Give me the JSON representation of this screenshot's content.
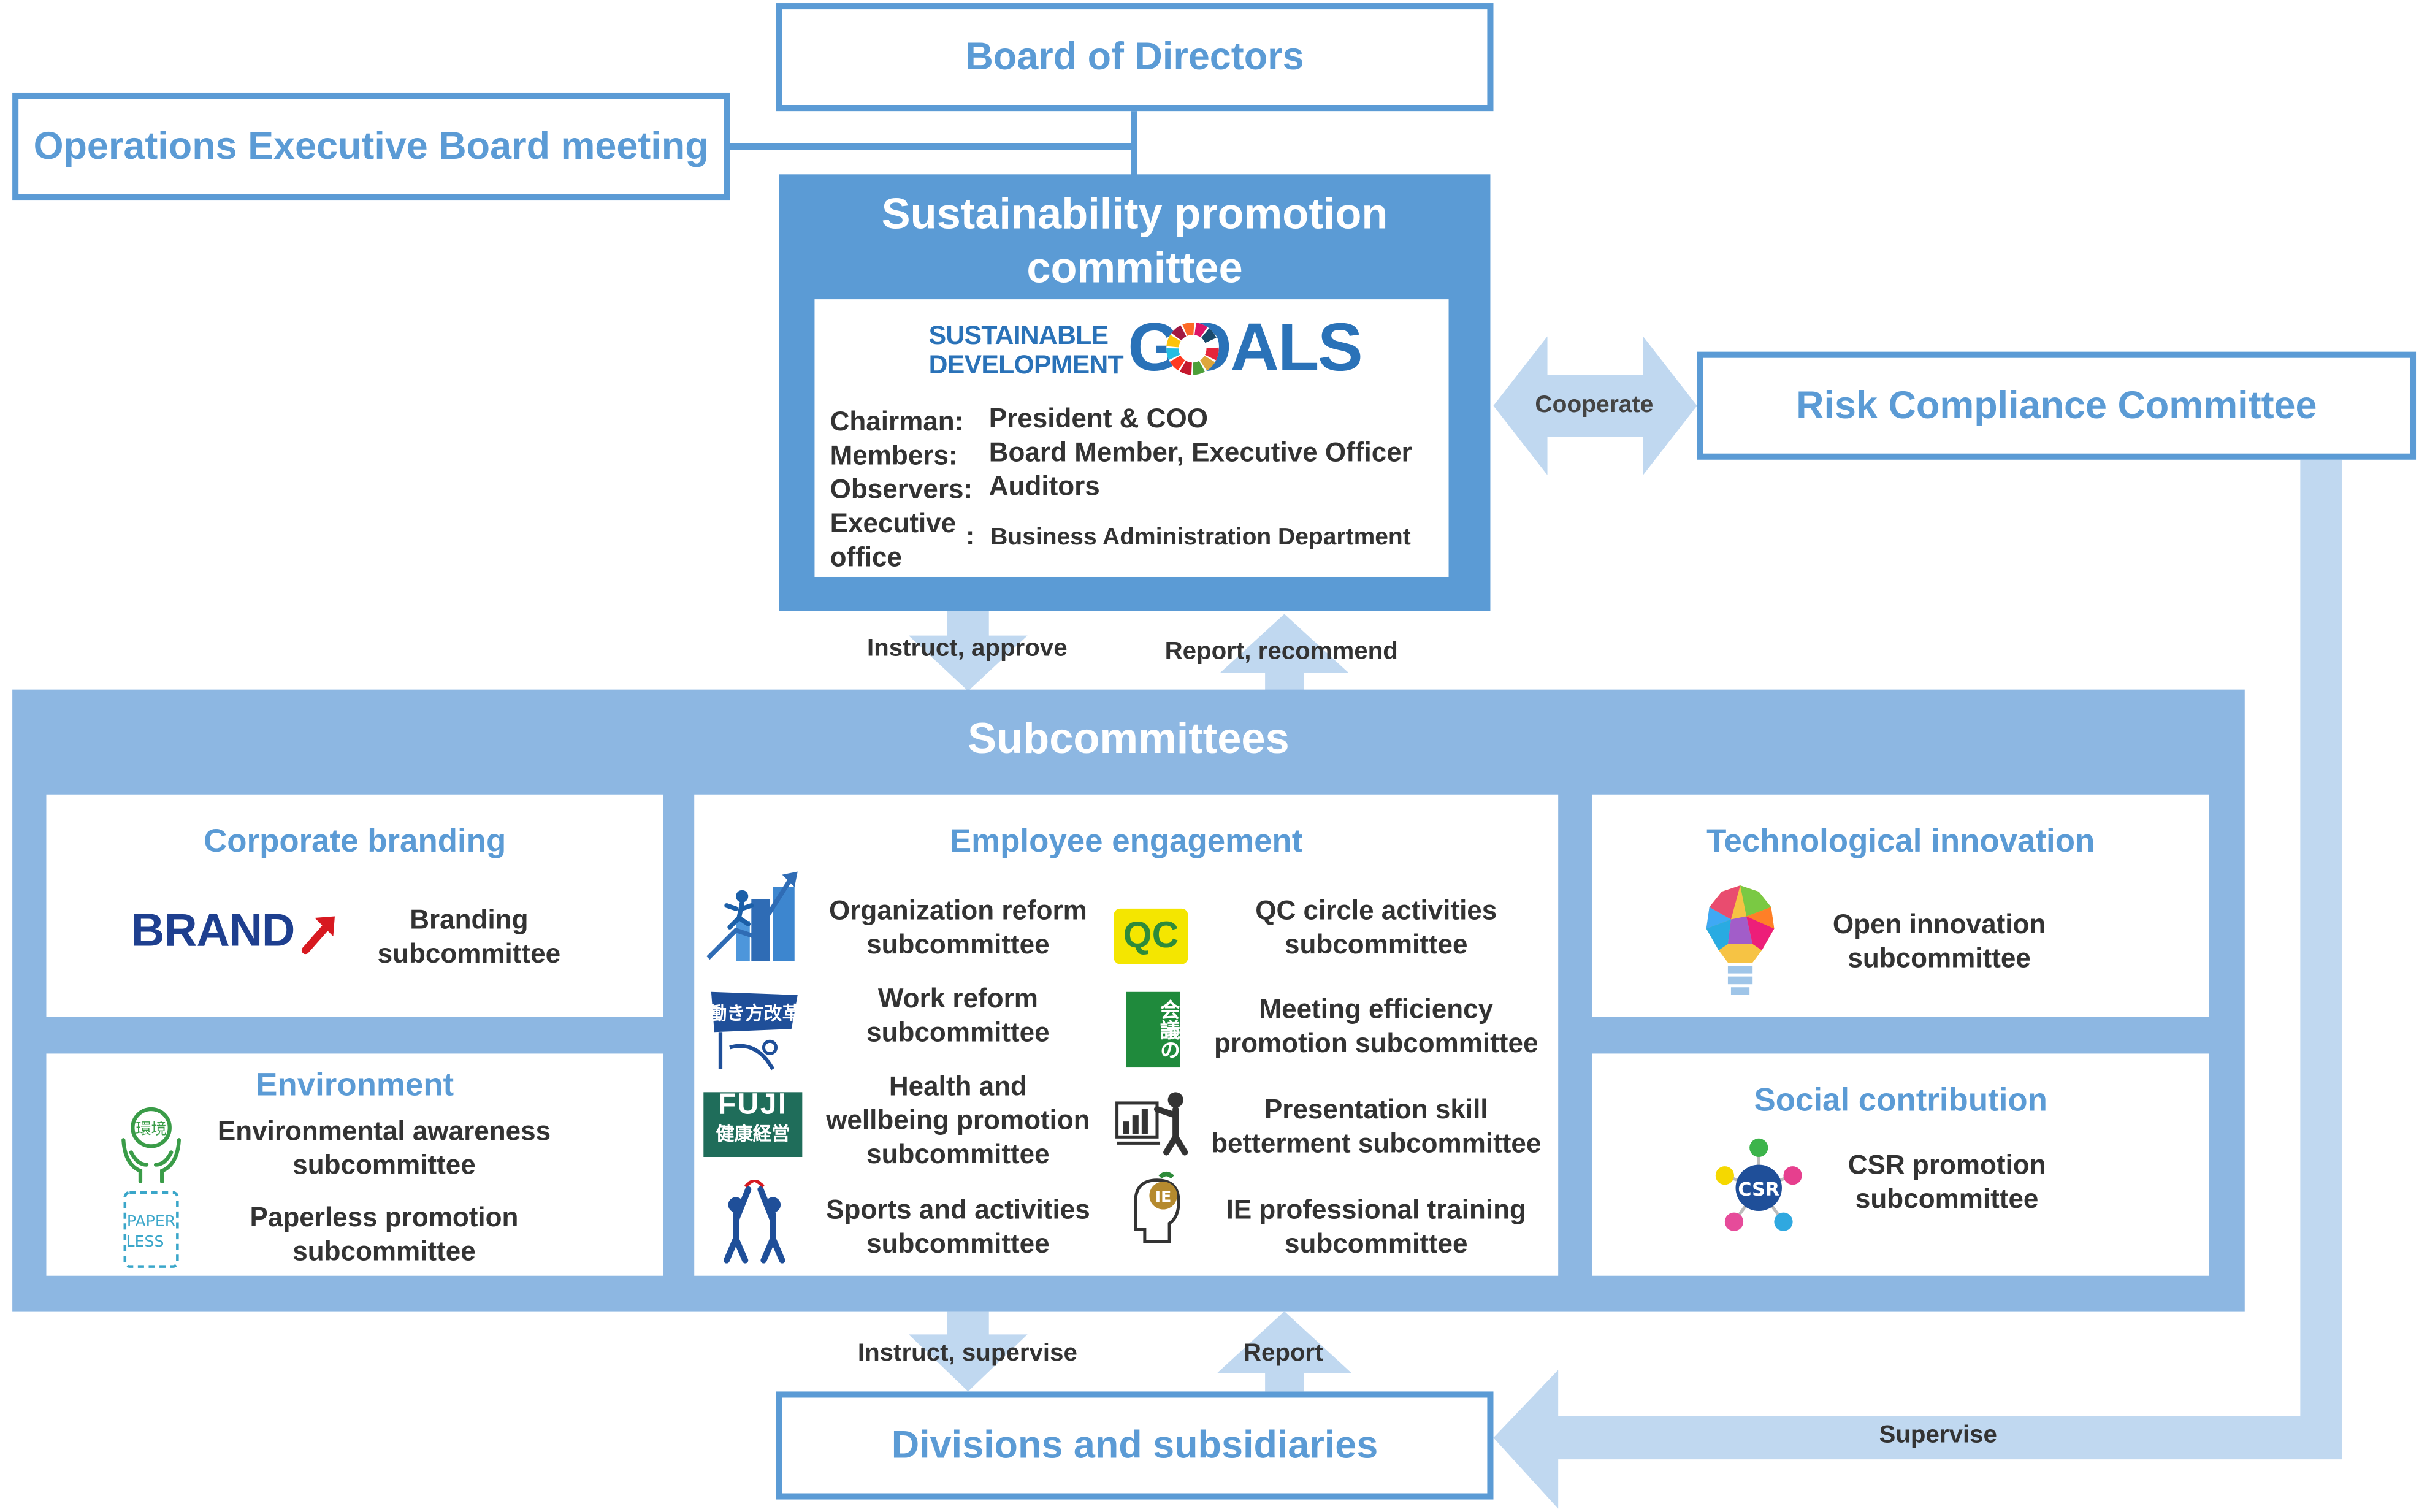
{
  "board": "Board of Directors",
  "operations": "Operations Executive Board meeting",
  "committee": {
    "title_line1": "Sustainability promotion",
    "title_line2": "committee",
    "sdg_line1": "SUSTAINABLE",
    "sdg_line2": "DEVELOPMENT",
    "sdg_goals": "GOALS",
    "rows": [
      {
        "key": "Chairman:",
        "value": "President & COO"
      },
      {
        "key": "Members:",
        "value": "Board Member, Executive Officer"
      },
      {
        "key": "Observers:",
        "value": "Auditors"
      },
      {
        "key_line1": "Executive",
        "key_line2": "office",
        "sep": ":",
        "value": "Business Administration Department"
      }
    ]
  },
  "risk": "Risk Compliance Committee",
  "arrows": {
    "cooperate": "Cooperate",
    "instruct_approve": "Instruct, approve",
    "report_recommend": "Report, recommend",
    "instruct_supervise": "Instruct, supervise",
    "report": "Report",
    "supervise": "Supervise"
  },
  "subcommittees": {
    "title": "Subcommittees",
    "corporate_branding": {
      "title": "Corporate branding",
      "logo": "BRAND",
      "item_l1": "Branding",
      "item_l2": "subcommittee"
    },
    "environment": {
      "title": "Environment",
      "env_icon_text": "環境",
      "paper_l1": "PAPER",
      "paper_l2": "LESS",
      "items": [
        {
          "l1": "Environmental awareness",
          "l2": "subcommittee"
        },
        {
          "l1": "Paperless promotion",
          "l2": "subcommittee"
        }
      ]
    },
    "employee_engagement": {
      "title": "Employee engagement",
      "banner_text": "働き方改革",
      "fuji_l1": "FUJI",
      "fuji_l2": "健康経営",
      "qc_text": "QC",
      "meeting_text": "会議の",
      "ie_text": "IE",
      "org": {
        "l1": "Organization reform",
        "l2": "subcommittee"
      },
      "work": {
        "l1": "Work reform",
        "l2": "subcommittee"
      },
      "health": {
        "l1": "Health and",
        "l2": "wellbeing promotion",
        "l3": "subcommittee"
      },
      "sports": {
        "l1": "Sports and activities",
        "l2": "subcommittee"
      },
      "qc": {
        "l1": "QC circle activities",
        "l2": "subcommittee"
      },
      "meeting": {
        "l1": "Meeting efficiency",
        "l2": "promotion subcommittee"
      },
      "presentation": {
        "l1": "Presentation skill",
        "l2": "betterment subcommittee"
      },
      "ie": {
        "l1": "IE professional training",
        "l2": "subcommittee"
      }
    },
    "technological_innovation": {
      "title": "Technological innovation",
      "item_l1": "Open innovation",
      "item_l2": "subcommittee"
    },
    "social_contribution": {
      "title": "Social contribution",
      "csr_text": "CSR",
      "item_l1": "CSR promotion",
      "item_l2": "subcommittee"
    }
  },
  "divisions": "Divisions and subsidiaries",
  "colors": {
    "primary": "#5b9bd5",
    "panel_bg": "#8db7e2",
    "arrow": "#c0d8f0",
    "text": "#333333"
  }
}
